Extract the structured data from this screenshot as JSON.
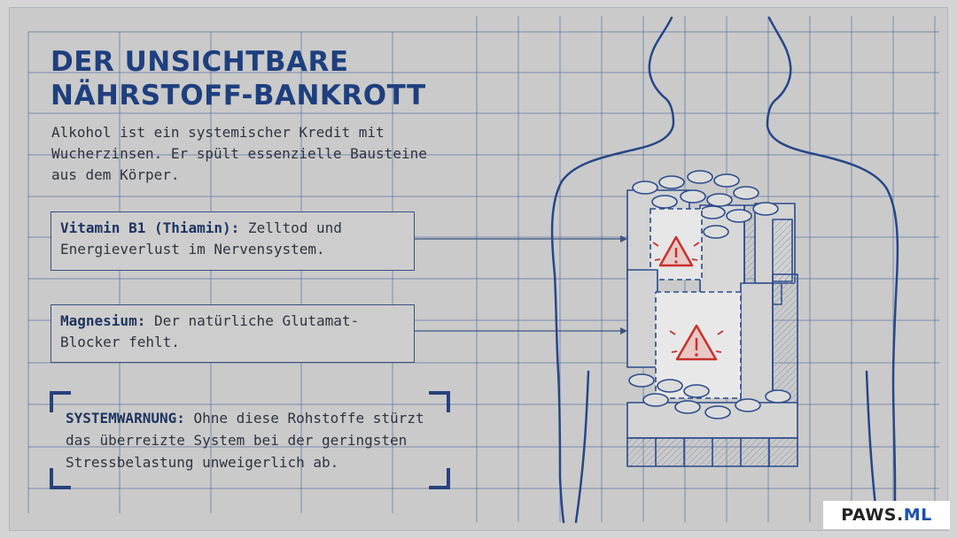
{
  "title": {
    "line1": "DER UNSICHTBARE",
    "line2": "NÄHRSTOFF-BANKROTT"
  },
  "intro": "Alkohol ist ein systemischer Kredit mit Wucherzinsen. Er spült essenzielle Bausteine aus dem Körper.",
  "callouts": [
    {
      "term": "Vitamin B1 (Thiamin):",
      "text": " Zelltod und Energieverlust im Nervensystem."
    },
    {
      "term": "Magnesium:",
      "text": " Der natürliche Glutamat-Blocker fehlt."
    }
  ],
  "warning": {
    "term": "SYSTEMWARNUNG:",
    "text": " Ohne diese Rohstoffe stürzt das überreizte System bei der geringsten Stressbelastung unweigerlich ab."
  },
  "brand": {
    "name": "PAWS.",
    "accent": "ML"
  },
  "icons": [
    "warning-triangle-icon",
    "warning-triangle-icon"
  ],
  "colors": {
    "grid": "#2d4d8f",
    "title": "#1e3f7e",
    "warning_red": "#c8302c",
    "background": "#cacaca"
  }
}
